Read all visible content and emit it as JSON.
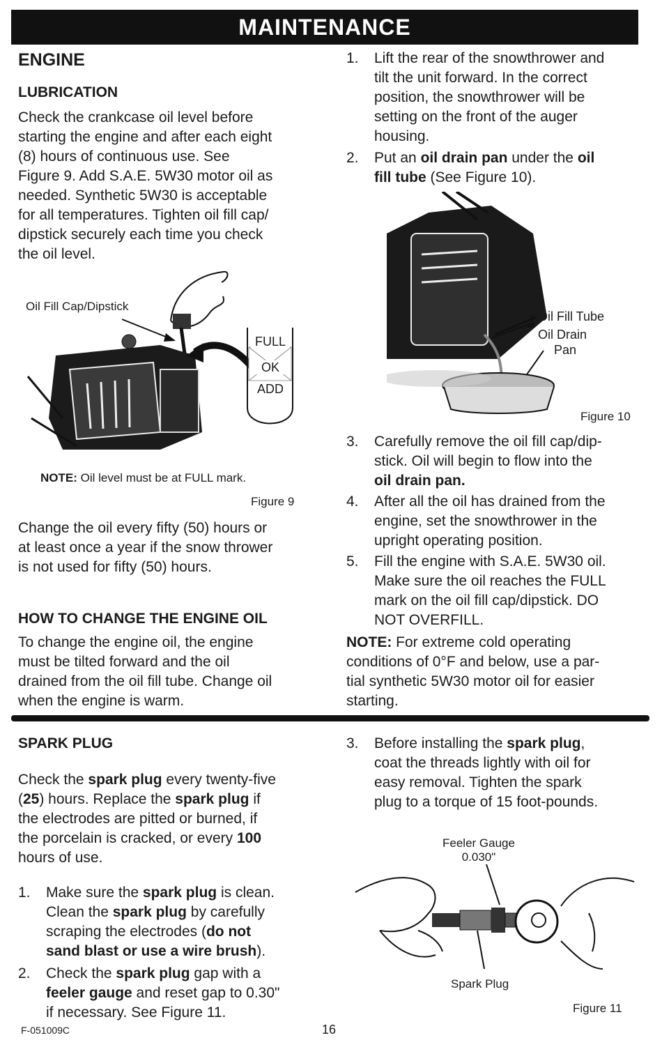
{
  "banner": "MAINTENANCE",
  "engine": {
    "heading": "ENGINE",
    "lubrication": {
      "heading": "LUBRICATION",
      "lines": [
        "Check the crankcase oil level before",
        "starting the engine and after each eight",
        "(8) hours of continuous use. See",
        "Figure 9. Add S.A.E. 5W30 motor oil as",
        "needed. Synthetic 5W30 is acceptable",
        "for all temperatures. Tighten oil fill cap/",
        "dipstick securely each time you check",
        "the oil level."
      ]
    },
    "figure9": {
      "callout": "Oil Fill Cap/Dipstick",
      "gauge_full": "FULL",
      "gauge_ok": "OK",
      "gauge_add": "ADD",
      "note_label": "NOTE:",
      "note_text": "Oil level must be at FULL mark.",
      "caption": "Figure 9"
    },
    "change_oil_lines": [
      "Change the oil every fifty (50) hours or",
      "at least once a year if the snow thrower",
      "is not used for fifty (50) hours."
    ],
    "how_to": {
      "heading": "HOW TO CHANGE THE ENGINE OIL",
      "lines": [
        "To change the engine oil, the engine",
        "must be tilted forward and the oil",
        "drained from the oil fill tube. Change oil",
        "when the engine is warm."
      ]
    },
    "steps": {
      "s1": {
        "num": "1.",
        "lines": [
          "Lift the rear of the snowthrower and",
          "tilt the unit forward. In the correct",
          "position, the snowthrower will be",
          "setting on the front of the auger",
          "housing."
        ]
      },
      "s2": {
        "num": "2.",
        "l1a": "Put an ",
        "l1b": "oil drain pan",
        "l1c": " under the ",
        "l1d": "oil",
        "l2a": "fill tube",
        "l2b": " (See Figure 10)."
      },
      "s3": {
        "num": "3.",
        "l1": "Carefully remove the oil fill cap/dip-",
        "l2": "stick. Oil will begin to flow into the",
        "l3": "oil drain pan."
      },
      "s4": {
        "num": "4.",
        "lines": [
          "After all the oil has drained from the",
          "engine, set the snowthrower in the",
          "upright operating position."
        ]
      },
      "s5": {
        "num": "5.",
        "lines": [
          "Fill the engine with S.A.E. 5W30 oil.",
          "Make sure the oil reaches the FULL",
          "mark on the oil fill cap/dipstick. DO",
          "NOT OVERFILL."
        ]
      }
    },
    "figure10": {
      "label_tube": "Oil Fill Tube",
      "label_pan1": "Oil Drain",
      "label_pan2": "Pan",
      "caption": "Figure 10"
    },
    "note": {
      "label": "NOTE:",
      "l1": " For extreme cold operating",
      "lines": [
        "conditions of 0°F and below, use a par-",
        "tial synthetic 5W30 motor oil for easier",
        "starting."
      ]
    }
  },
  "spark_plug": {
    "heading": "SPARK PLUG",
    "intro": {
      "l1a": "Check the ",
      "l1b": "spark plug",
      "l1c": " every twenty-five",
      "l2a": "(",
      "l2b": "25",
      "l2c": ") hours. Replace the ",
      "l2d": "spark plug",
      "l2e": " if",
      "l3": "the electrodes are pitted or burned, if",
      "l4a": "the porcelain is cracked, or every ",
      "l4b": "100",
      "l5": "hours of use."
    },
    "s1": {
      "num": "1.",
      "l1a": "Make sure the ",
      "l1b": "spark plug",
      "l1c": " is clean.",
      "l2a": "Clean the ",
      "l2b": "spark plug",
      "l2c": " by carefully",
      "l3a": "scraping the electrodes (",
      "l3b": "do not",
      "l4a": "sand blast or use a wire brush",
      "l4b": ")."
    },
    "s2": {
      "num": "2.",
      "l1a": "Check the ",
      "l1b": "spark plug",
      "l1c": " gap with a",
      "l2a": "feeler gauge",
      "l2b": " and reset gap to 0.30\"",
      "l3": "if necessary.  See Figure 11."
    },
    "s3": {
      "num": "3.",
      "l1a": "Before installing the ",
      "l1b": "spark plug",
      "l1c": ",",
      "lines": [
        "coat the threads lightly with oil for",
        "easy removal. Tighten the spark",
        "plug to a torque of 15 foot-pounds."
      ]
    },
    "figure11": {
      "label_gauge1": "Feeler Gauge",
      "label_gauge2": "0.030\"",
      "label_plug": "Spark Plug",
      "caption": "Figure 11"
    }
  },
  "footer": {
    "code": "F-051009C",
    "page": "16"
  }
}
